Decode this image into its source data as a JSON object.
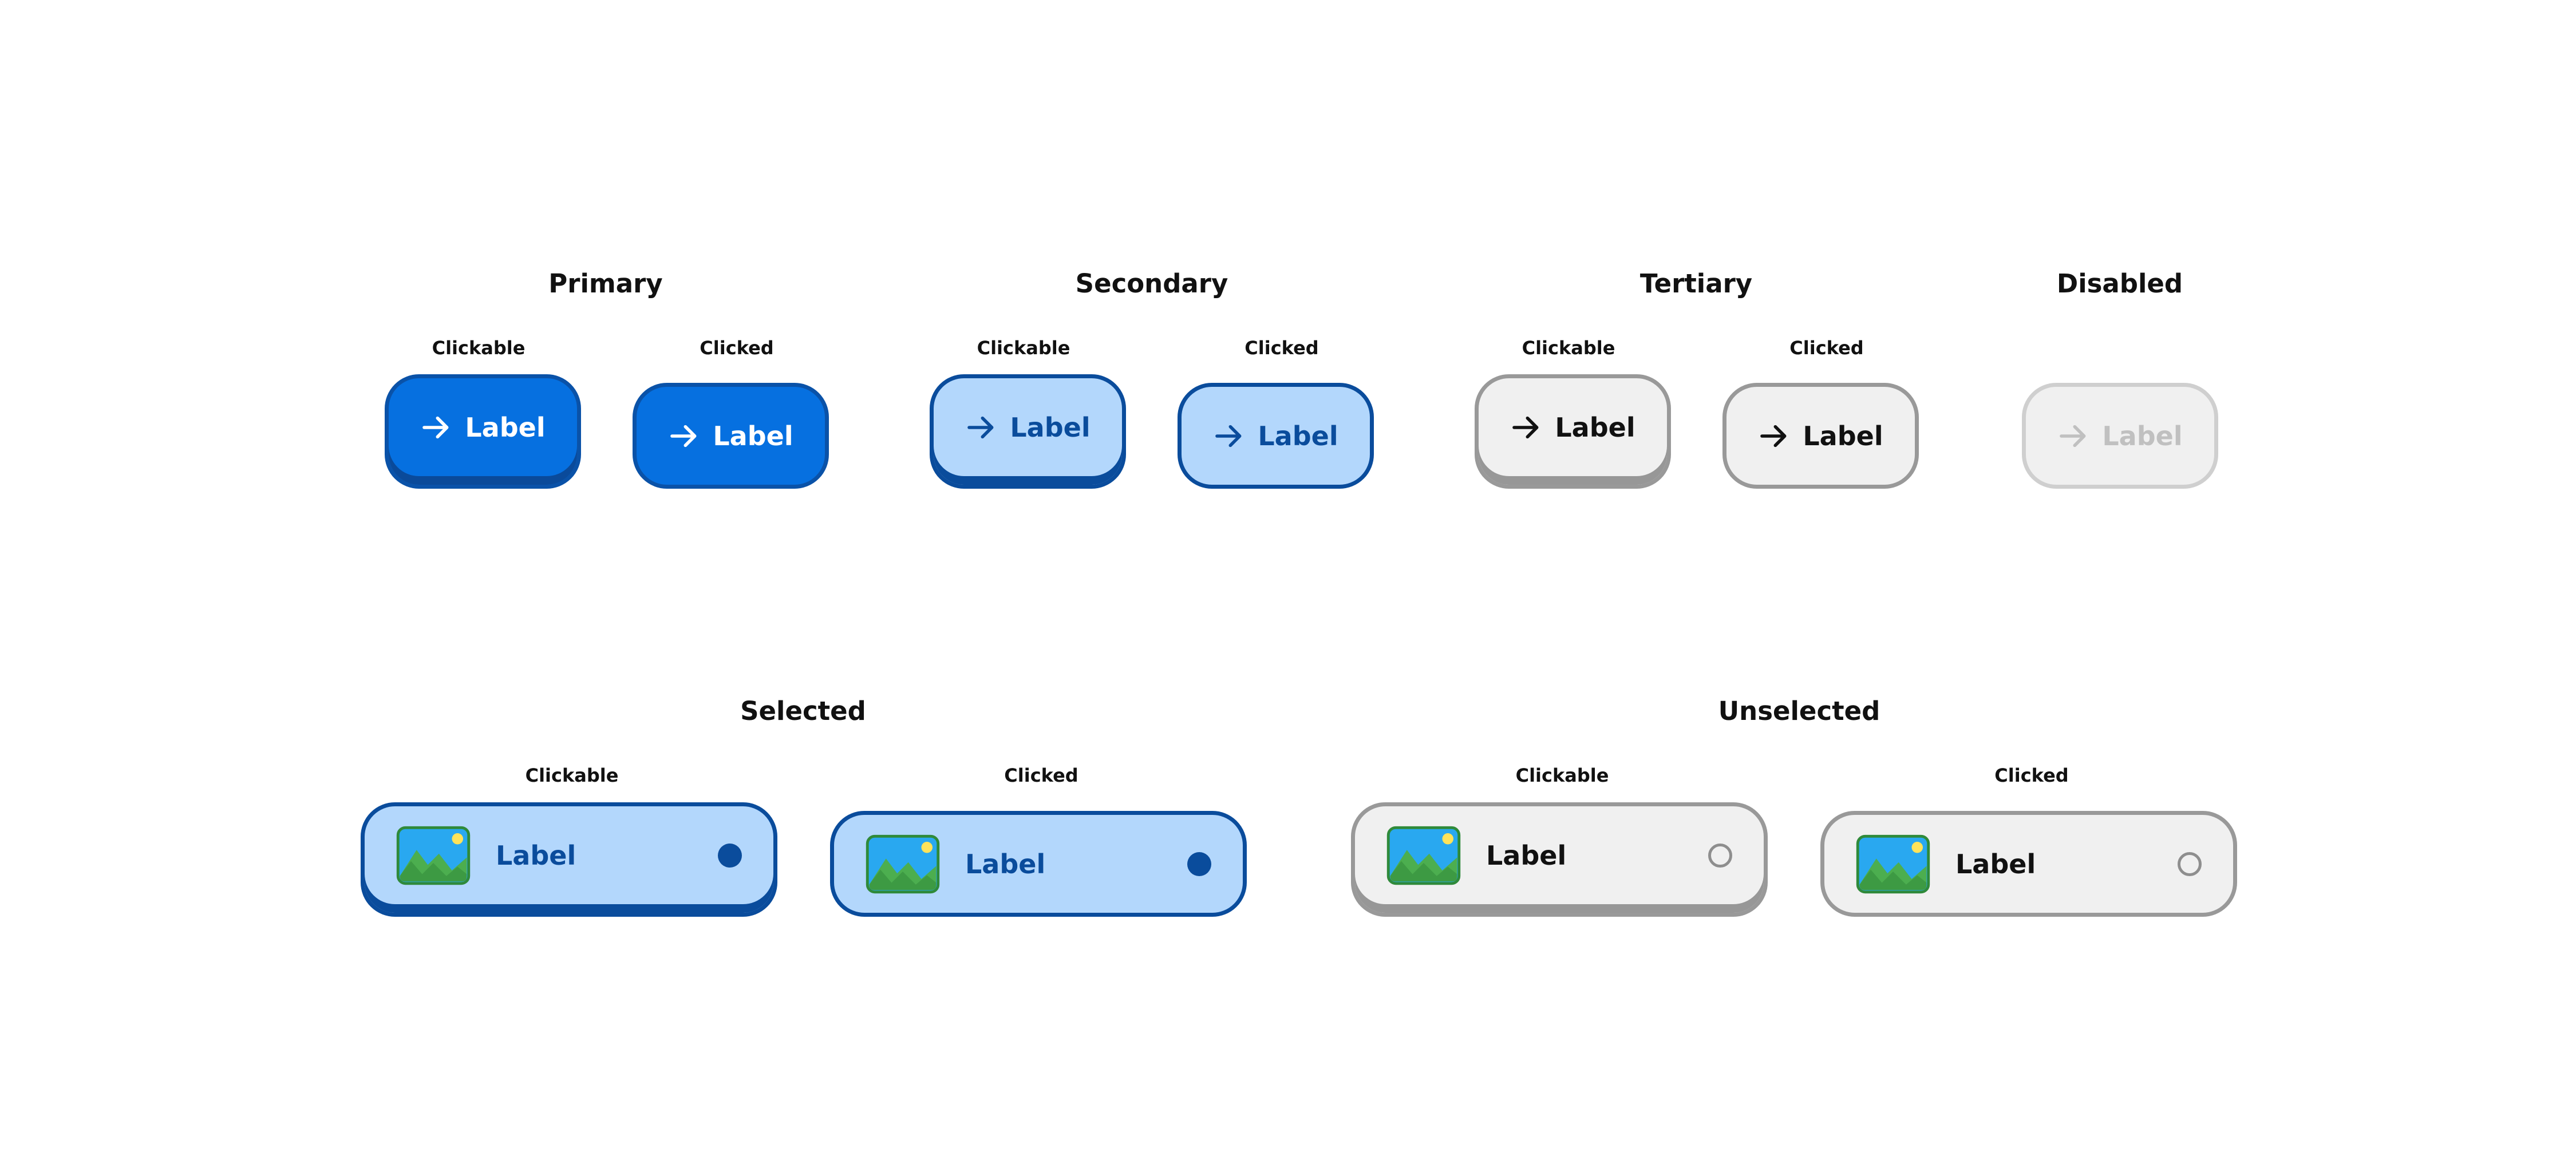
{
  "groups": {
    "primary": "Primary",
    "secondary": "Secondary",
    "tertiary": "Tertiary",
    "disabled": "Disabled",
    "selected": "Selected",
    "unselected": "Unselected"
  },
  "states": {
    "clickable": "Clickable",
    "clicked": "Clicked"
  },
  "button_label": "Label",
  "icons": {
    "arrow": "arrow-right-icon",
    "image": "image-landscape-icon"
  },
  "colors": {
    "primary_fill": "#0670e0",
    "primary_shadow": "#0a4a9a",
    "secondary_fill": "#b3d7fc",
    "secondary_border": "#0a4c9c",
    "tertiary_fill": "#f0f0f0",
    "tertiary_border": "#999999",
    "disabled_text": "#c0c0c0"
  }
}
